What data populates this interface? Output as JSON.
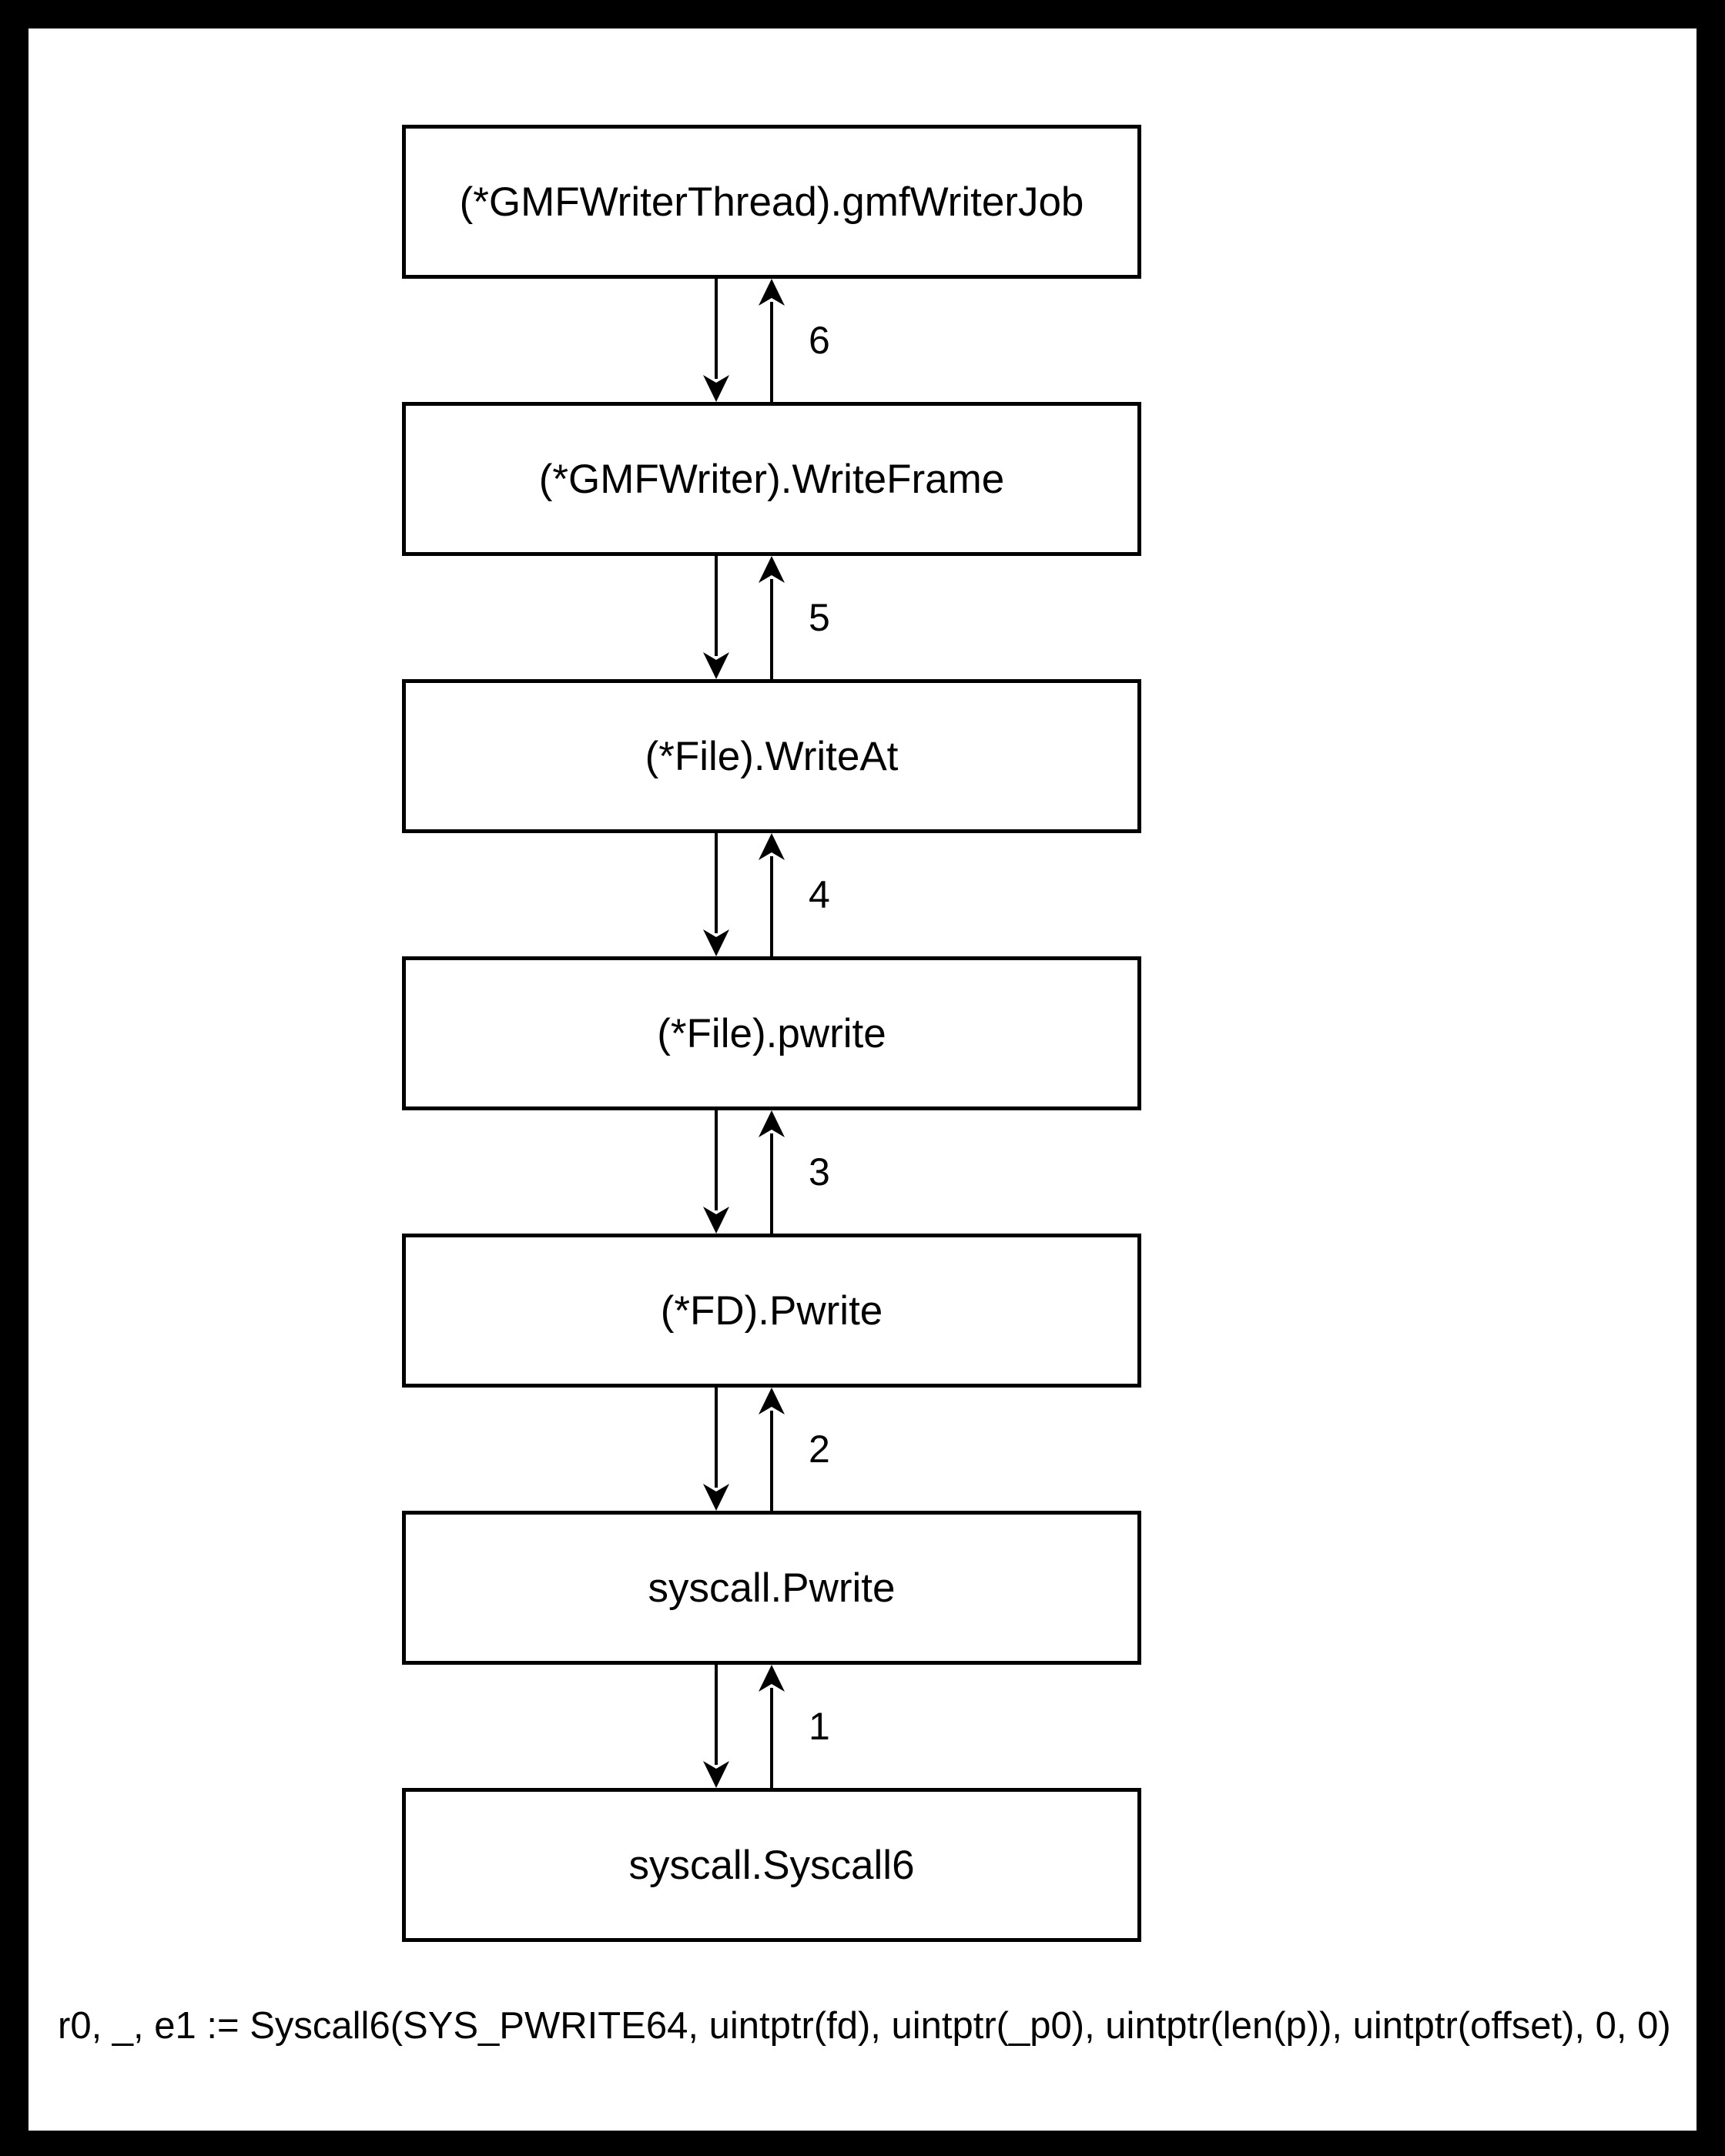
{
  "diagram": {
    "type": "call-stack-flowchart",
    "nodes": [
      {
        "id": "gmf-writer-job",
        "label": "(*GMFWriterThread).gmfWriterJob"
      },
      {
        "id": "write-frame",
        "label": "(*GMFWriter).WriteFrame"
      },
      {
        "id": "file-write-at",
        "label": "(*File).WriteAt"
      },
      {
        "id": "file-pwrite",
        "label": "(*File).pwrite"
      },
      {
        "id": "fd-pwrite",
        "label": "(*FD).Pwrite"
      },
      {
        "id": "syscall-pwrite",
        "label": "syscall.Pwrite"
      },
      {
        "id": "syscall-syscall6",
        "label": "syscall.Syscall6"
      }
    ],
    "edges": [
      {
        "label": "6",
        "from": "gmf-writer-job",
        "to": "write-frame",
        "style": "call-and-return"
      },
      {
        "label": "5",
        "from": "write-frame",
        "to": "file-write-at",
        "style": "call-and-return"
      },
      {
        "label": "4",
        "from": "file-write-at",
        "to": "file-pwrite",
        "style": "call-and-return"
      },
      {
        "label": "3",
        "from": "file-pwrite",
        "to": "fd-pwrite",
        "style": "call-and-return"
      },
      {
        "label": "2",
        "from": "fd-pwrite",
        "to": "syscall-pwrite",
        "style": "call-and-return"
      },
      {
        "label": "1",
        "from": "syscall-pwrite",
        "to": "syscall-syscall6",
        "style": "call-and-return"
      }
    ],
    "caption": "r0, _, e1 := Syscall6(SYS_PWRITE64, uintptr(fd), uintptr(_p0), uintptr(len(p)), uintptr(offset), 0, 0)"
  },
  "colors": {
    "foreground": "#000000",
    "background": "#ffffff",
    "frame_border": "#000000"
  }
}
